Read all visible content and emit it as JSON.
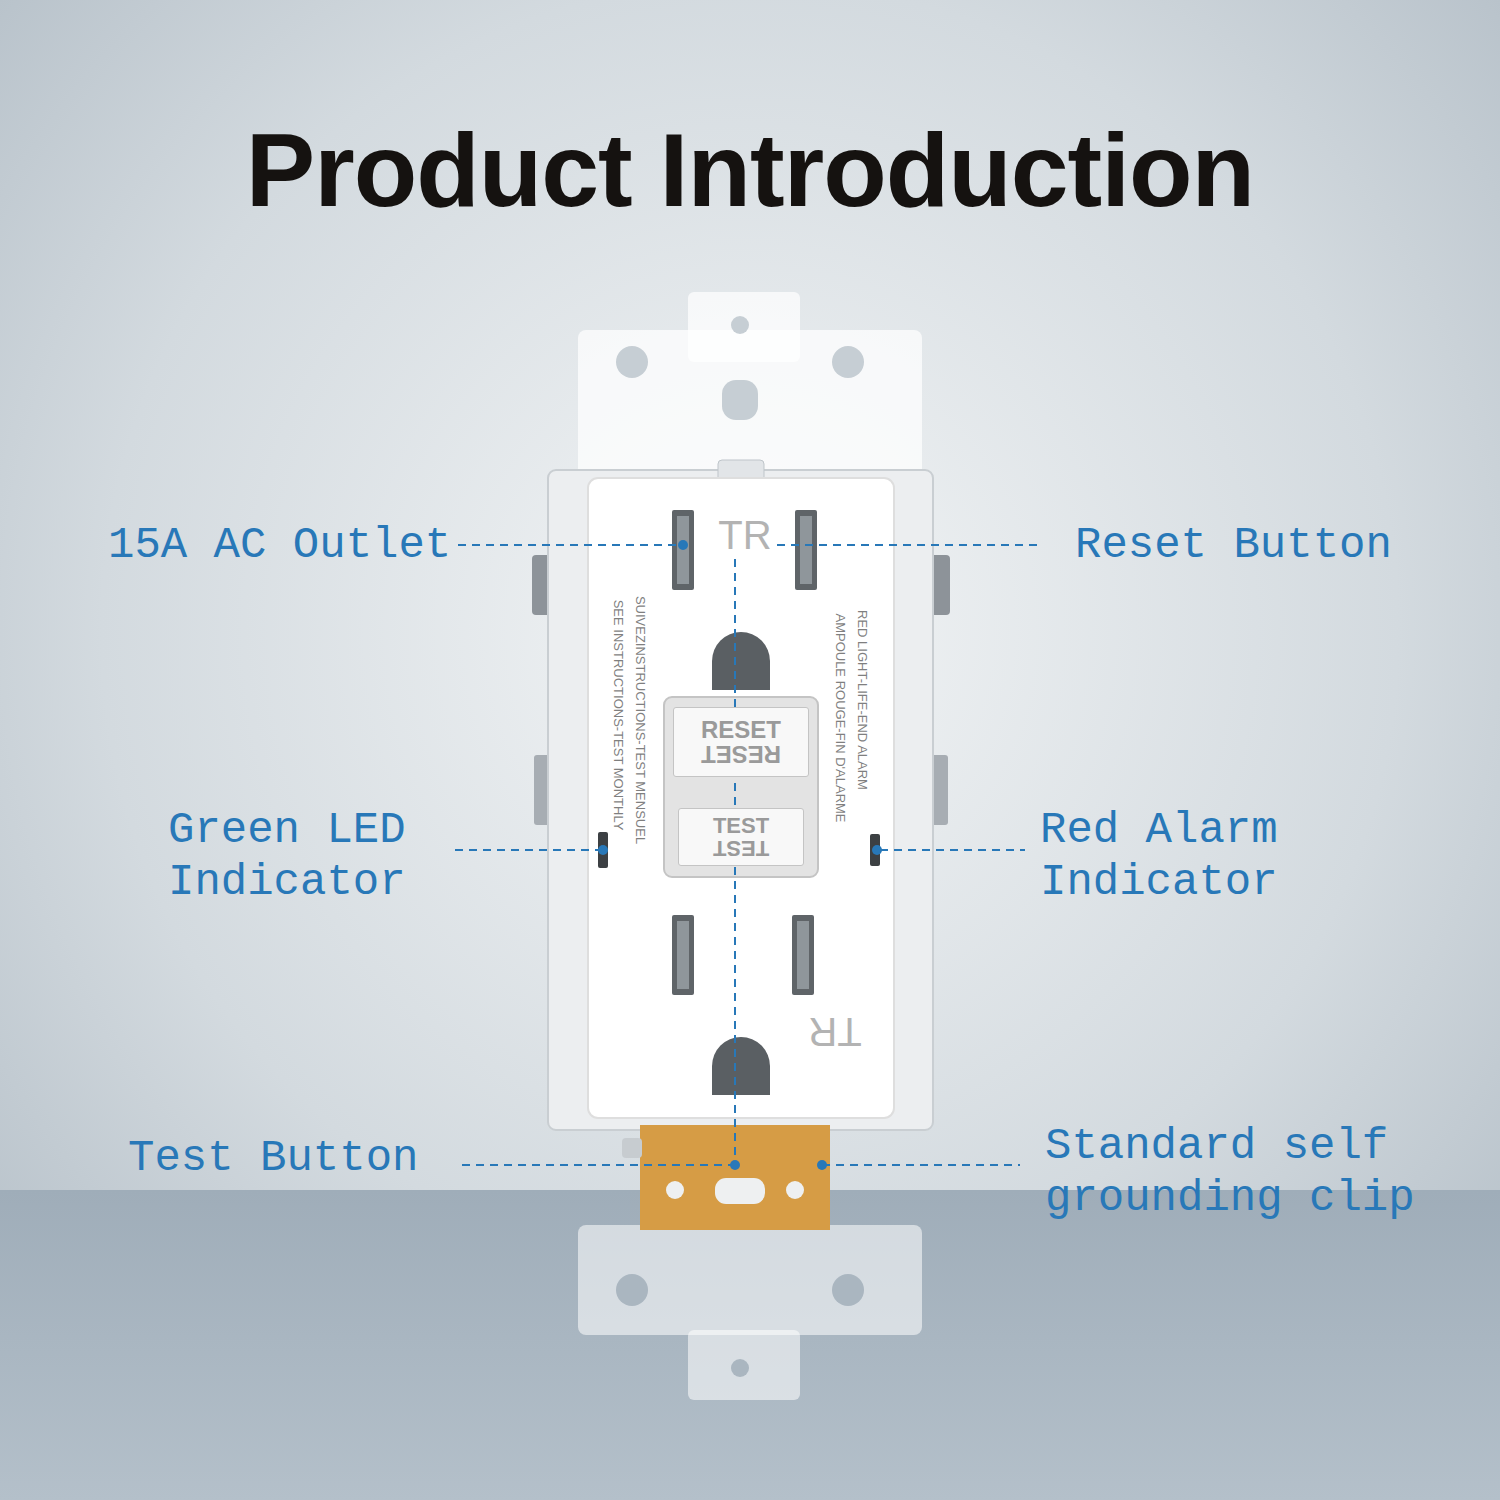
{
  "diagram": {
    "title": "Product Introduction",
    "nodes": [
      {
        "text": [
          "RESET",
          "RESET"
        ]
      },
      {
        "text": [
          "TEST",
          "TEST"
        ]
      }
    ],
    "labels": [
      "15A AC Outlet",
      "Reset Button",
      "Green LED Indicator",
      "Red Alarm Indicator",
      "Test Button",
      "Standard self grounding clip",
      "TR",
      "SEE INSTRUCTIONS-TEST MONTHLY",
      "SUIVEZINSTRUCTIONS-TEST MENSUEL",
      "RED LIGHT-LIFE-END ALARM",
      "AMPOULE ROUGE-FIN D'ALARME",
      "TR"
    ]
  }
}
